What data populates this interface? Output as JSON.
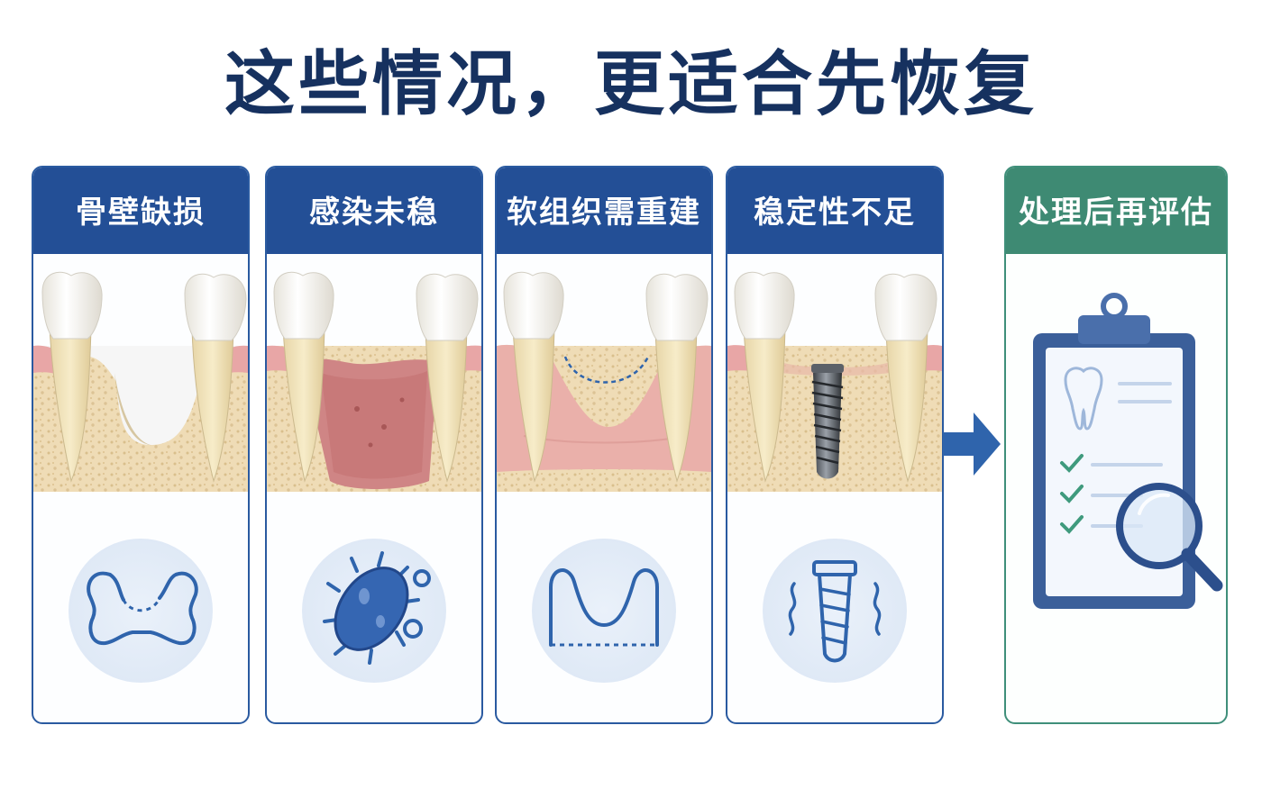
{
  "title": "这些情况，更适合先恢复",
  "panels": [
    {
      "label": "骨壁缺损",
      "illustration": "bone-wall-defect",
      "icon": "bone-defect-outline-icon"
    },
    {
      "label": "感染未稳",
      "illustration": "infected-gum-socket",
      "icon": "bacteria-icon"
    },
    {
      "label": "软组织需重建",
      "illustration": "soft-tissue-deficit",
      "icon": "soft-tissue-contour-icon"
    },
    {
      "label": "稳定性不足",
      "illustration": "implant-in-bone",
      "icon": "loose-implant-icon"
    }
  ],
  "result": {
    "label": "处理后再评估",
    "icon": "clipboard-magnifier-icon"
  },
  "colors": {
    "title": "#16315f",
    "panel_header": "#234f96",
    "result_header": "#3e8a73",
    "arrow": "#2f64ac",
    "check": "#3f9a7d",
    "bone": "#efdcb6",
    "gum": "#e8a6a6",
    "tooth": "#fbf9f2"
  }
}
